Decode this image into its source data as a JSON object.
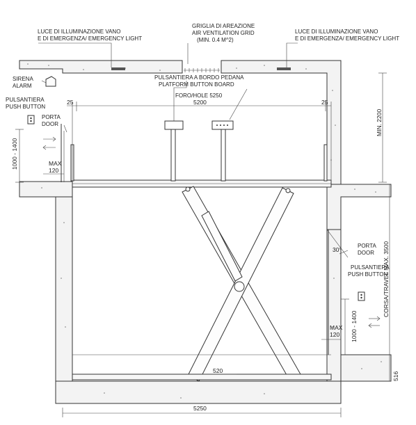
{
  "labels": {
    "light_left": [
      "LUCE DI ILLUMINAZIONE VANO",
      "E DI EMERGENZA/ EMERGENCY LIGHT"
    ],
    "vent_grid": [
      "GRIGLIA DI AREAZIONE",
      "AIR VENTILATION GRID",
      "(MIN. 0.4 M^2)"
    ],
    "light_right": [
      "LUCE DI ILLUMINAZIONE VANO",
      "E DI EMERGENZA/ EMERGENCY LIGHT"
    ],
    "siren": [
      "SIRENA",
      "ALARM"
    ],
    "platform_board": [
      "PULSANTIERA A BORDO PEDANA",
      "PLATFORM BUTTON BOARD"
    ],
    "pushbutton_left": [
      "PULSANTIERA",
      "PUSH BUTTON"
    ],
    "door_left": [
      "PORTA",
      "DOOR"
    ],
    "door_right": [
      "PORTA",
      "DOOR"
    ],
    "pushbutton_right": [
      "PULSANTIERA",
      "PUSH BUTTON"
    ],
    "hole": "FORO/HOLE 5250"
  },
  "dimensions": {
    "left_gap": "25",
    "platform_width": "5200",
    "right_gap": "25",
    "min_height": "MIN. 2200",
    "pb_height_left": "1000 - 1400",
    "max_left": [
      "MAX",
      "120"
    ],
    "travel": "CORSA/TRAVEL MAX. 3500",
    "door_angle": "30°",
    "pb_height_right": "1000 - 1400",
    "max_right": [
      "MAX",
      "120"
    ],
    "pit_depth": "516",
    "base_offset": "520",
    "pit_width": "5250"
  }
}
